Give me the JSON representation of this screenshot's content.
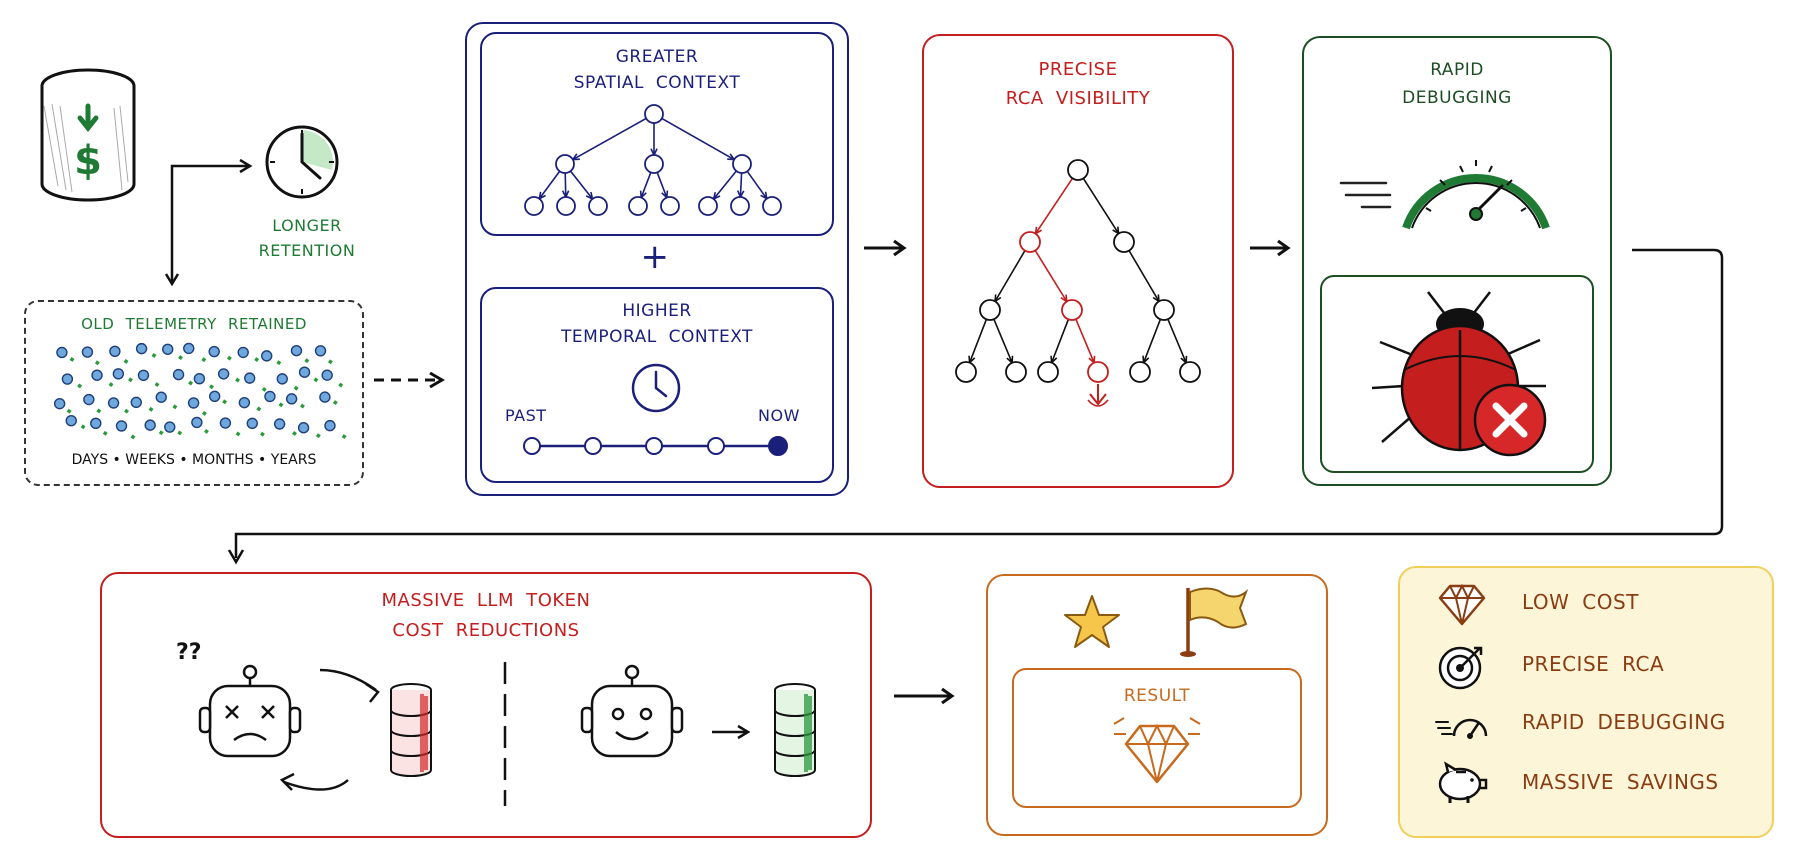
{
  "retention": {
    "label_line1": "LONGER",
    "label_line2": "RETENTION"
  },
  "telemetry": {
    "title": "OLD TELEMETRY RETAINED",
    "periods": [
      "DAYS",
      "WEEKS",
      "MONTHS",
      "YEARS"
    ],
    "separator": "•"
  },
  "context": {
    "spatial_line1": "GREATER",
    "spatial_line2": "SPATIAL CONTEXT",
    "plus": "+",
    "temporal_line1": "HIGHER",
    "temporal_line2": "TEMPORAL CONTEXT",
    "past": "PAST",
    "now": "NOW"
  },
  "rca": {
    "line1": "PRECISE",
    "line2": "RCA VISIBILITY"
  },
  "debug": {
    "line1": "RAPID",
    "line2": "DEBUGGING"
  },
  "token": {
    "line1": "MASSIVE LLM TOKEN",
    "line2": "COST REDUCTIONS",
    "confused": "??"
  },
  "result": {
    "label": "RESULT"
  },
  "benefits": {
    "items": [
      {
        "icon": "diamond-icon",
        "label": "LOW COST"
      },
      {
        "icon": "target-icon",
        "label": "PRECISE RCA"
      },
      {
        "icon": "speedometer-icon",
        "label": "RAPID DEBUGGING"
      },
      {
        "icon": "piggy-bank-icon",
        "label": "MASSIVE SAVINGS"
      }
    ]
  },
  "colors": {
    "green": "#1f7a33",
    "navy": "#1a1f7a",
    "red": "#c41e1e",
    "dark_green": "#1d4d22",
    "orange": "#c86a1e",
    "brown": "#8a3d12",
    "gold_border": "#f0cf5a",
    "cream": "#fdf5d8"
  }
}
